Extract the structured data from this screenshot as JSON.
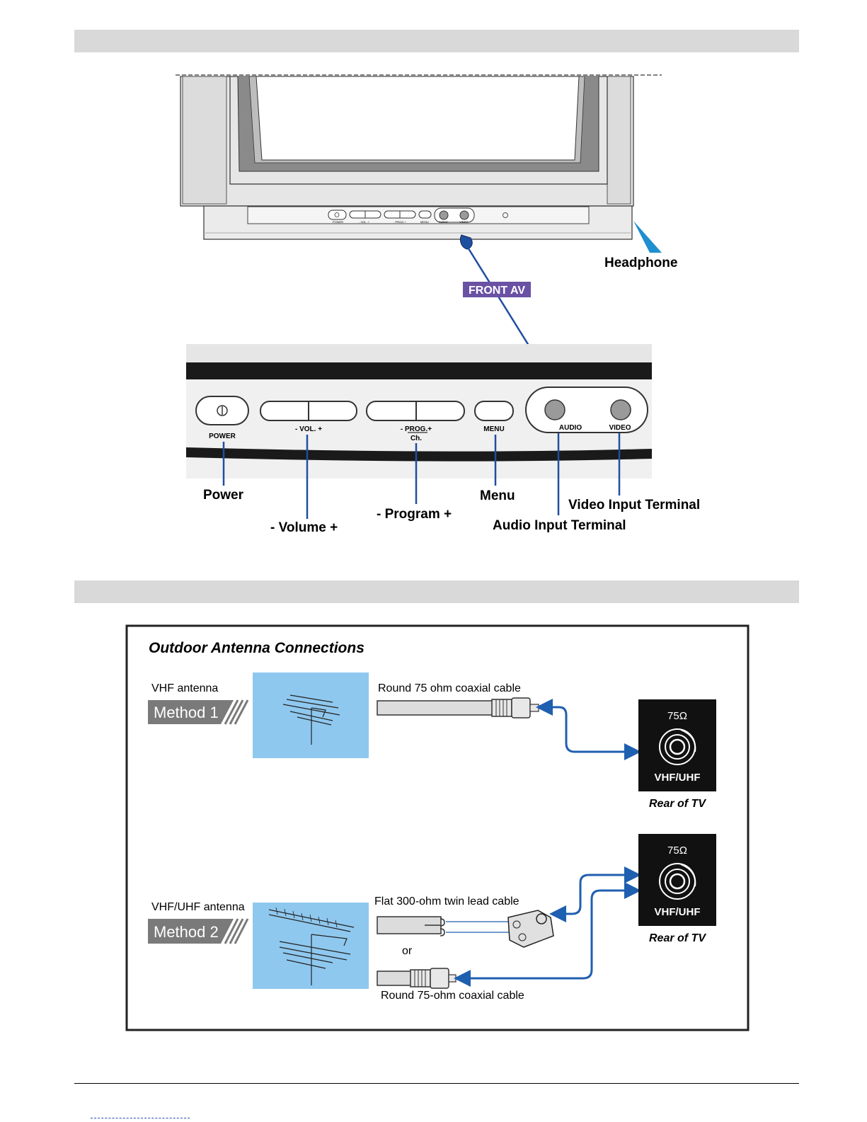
{
  "front_panel": {
    "small_button_labels": [
      "POWER",
      "- VOL. +",
      "- PROG.+",
      "MENU",
      "AUDIO",
      "VIDEO"
    ],
    "panel_labels": {
      "power": "POWER",
      "vol": "- VOL. +",
      "prog": "- PROG.+",
      "ch": "Ch.",
      "menu": "MENU",
      "audio": "AUDIO",
      "video": "VIDEO"
    },
    "callouts": {
      "headphone": "Headphone",
      "front_av": "FRONT AV",
      "power": "Power",
      "volume": "- Volume +",
      "program": "- Program +",
      "menu": "Menu",
      "audio_terminal": "Audio Input Terminal",
      "video_terminal": "Video Input Terminal"
    }
  },
  "antenna": {
    "title": "Outdoor Antenna Connections",
    "method1": {
      "antenna_label": "VHF antenna",
      "method_label": "Method 1",
      "cable_label": "Round 75 ohm coaxial cable"
    },
    "method2": {
      "antenna_label": "VHF/UHF antenna",
      "method_label": "Method 2",
      "cable_flat_label": "Flat 300-ohm twin lead cable",
      "or_label": "or",
      "cable_round_label": "Round 75-ohm coaxial cable"
    },
    "terminal": {
      "ohm_label": "75Ω",
      "type_label": "VHF/UHF",
      "rear_label": "Rear of TV"
    }
  },
  "colors": {
    "band": "#d9d9d9",
    "arrow_blue": "#1f5fb0",
    "sky_blue": "#8fc8ef",
    "front_av_bg": "#6a51a3",
    "headphone_blue": "#1e8fd0",
    "method_tag": "#7a7a7a",
    "terminal_bg": "#111111"
  }
}
